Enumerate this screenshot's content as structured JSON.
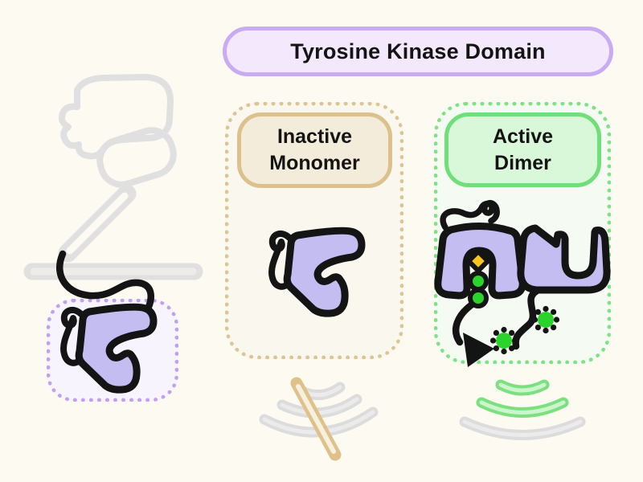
{
  "title": {
    "label": "Tyrosine Kinase Domain"
  },
  "panels": {
    "monomer": {
      "label": "Inactive\nMonomer",
      "state": "inactive"
    },
    "dimer": {
      "label": "Active\nDimer",
      "state": "active"
    }
  },
  "icons": {
    "receptor": "receptor-outline-icon",
    "membrane": "membrane-icon",
    "kinase": "kinase-domain-icon",
    "atp": "atp-diamond-icon",
    "phosphate": "phosphate-burst-icon",
    "arrow": "signal-arrow-icon",
    "signal_blocked": "signal-blocked-icon",
    "signal_active": "signal-active-icon"
  },
  "colors": {
    "bg": "#FCFAF1",
    "ink": "#141414",
    "purple-fill": "#c4bdf2",
    "purple-border": "#c9abf2",
    "purple-pill-bg": "#f3e8fc",
    "purple-box-bg": "#f7f4fe",
    "purple-dots": "#c2a0ee",
    "tan-border": "#dcc18d",
    "tan-pill-bg": "#f3ecda",
    "tan-dots": "#ddc593",
    "tan-panel-bg": "#faf7ee",
    "green-border": "#71df79",
    "green-pill-bg": "#d9f7d9",
    "green-dots": "#7de383",
    "green-panel-bg": "#f5faf3",
    "gray-line": "#e0e0e0",
    "gray-mem-core": "#eeece7",
    "phospho-green": "#2bd42b",
    "atp-yellow": "#f7c51e",
    "signal-gray": "#dcdcdc",
    "signal-gray-core": "#ebebeb",
    "signal-green": "#7ce080",
    "signal-green-core": "#cdf5cd",
    "slash-tan": "#dfc189",
    "slash-core": "#f6f0df"
  }
}
